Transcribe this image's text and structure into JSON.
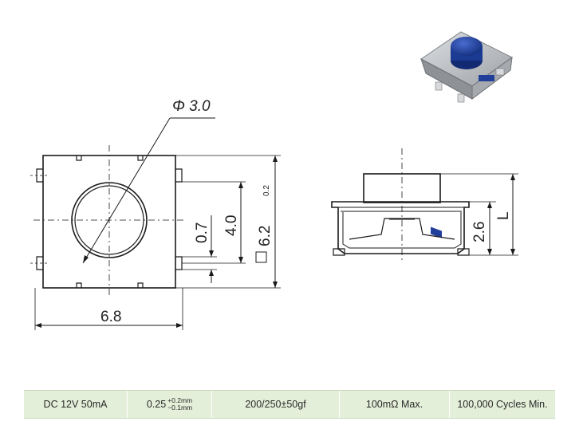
{
  "top_view": {
    "diameter_label": "Φ 3.0",
    "height_label": "4.0",
    "pitch_label": "0.7",
    "square_label": "6.2",
    "tolerance_label": "0.2",
    "width_label": "6.8"
  },
  "side_view": {
    "height_label": "2.6",
    "length_label": "L"
  },
  "specs": {
    "rating": "DC  12V  50mA",
    "travel_main": "0.25",
    "travel_plus": "+0.2mm",
    "travel_minus": "−0.1mm",
    "force": "200/250±50gf",
    "resistance": "100mΩ  Max.",
    "life": "100,000  Cycles  Min."
  },
  "colors": {
    "button_blue": "#1f3f9a",
    "body_grey": "#b9bcc0",
    "strip_green": "#e4efd9",
    "line": "#1a1a1a"
  }
}
